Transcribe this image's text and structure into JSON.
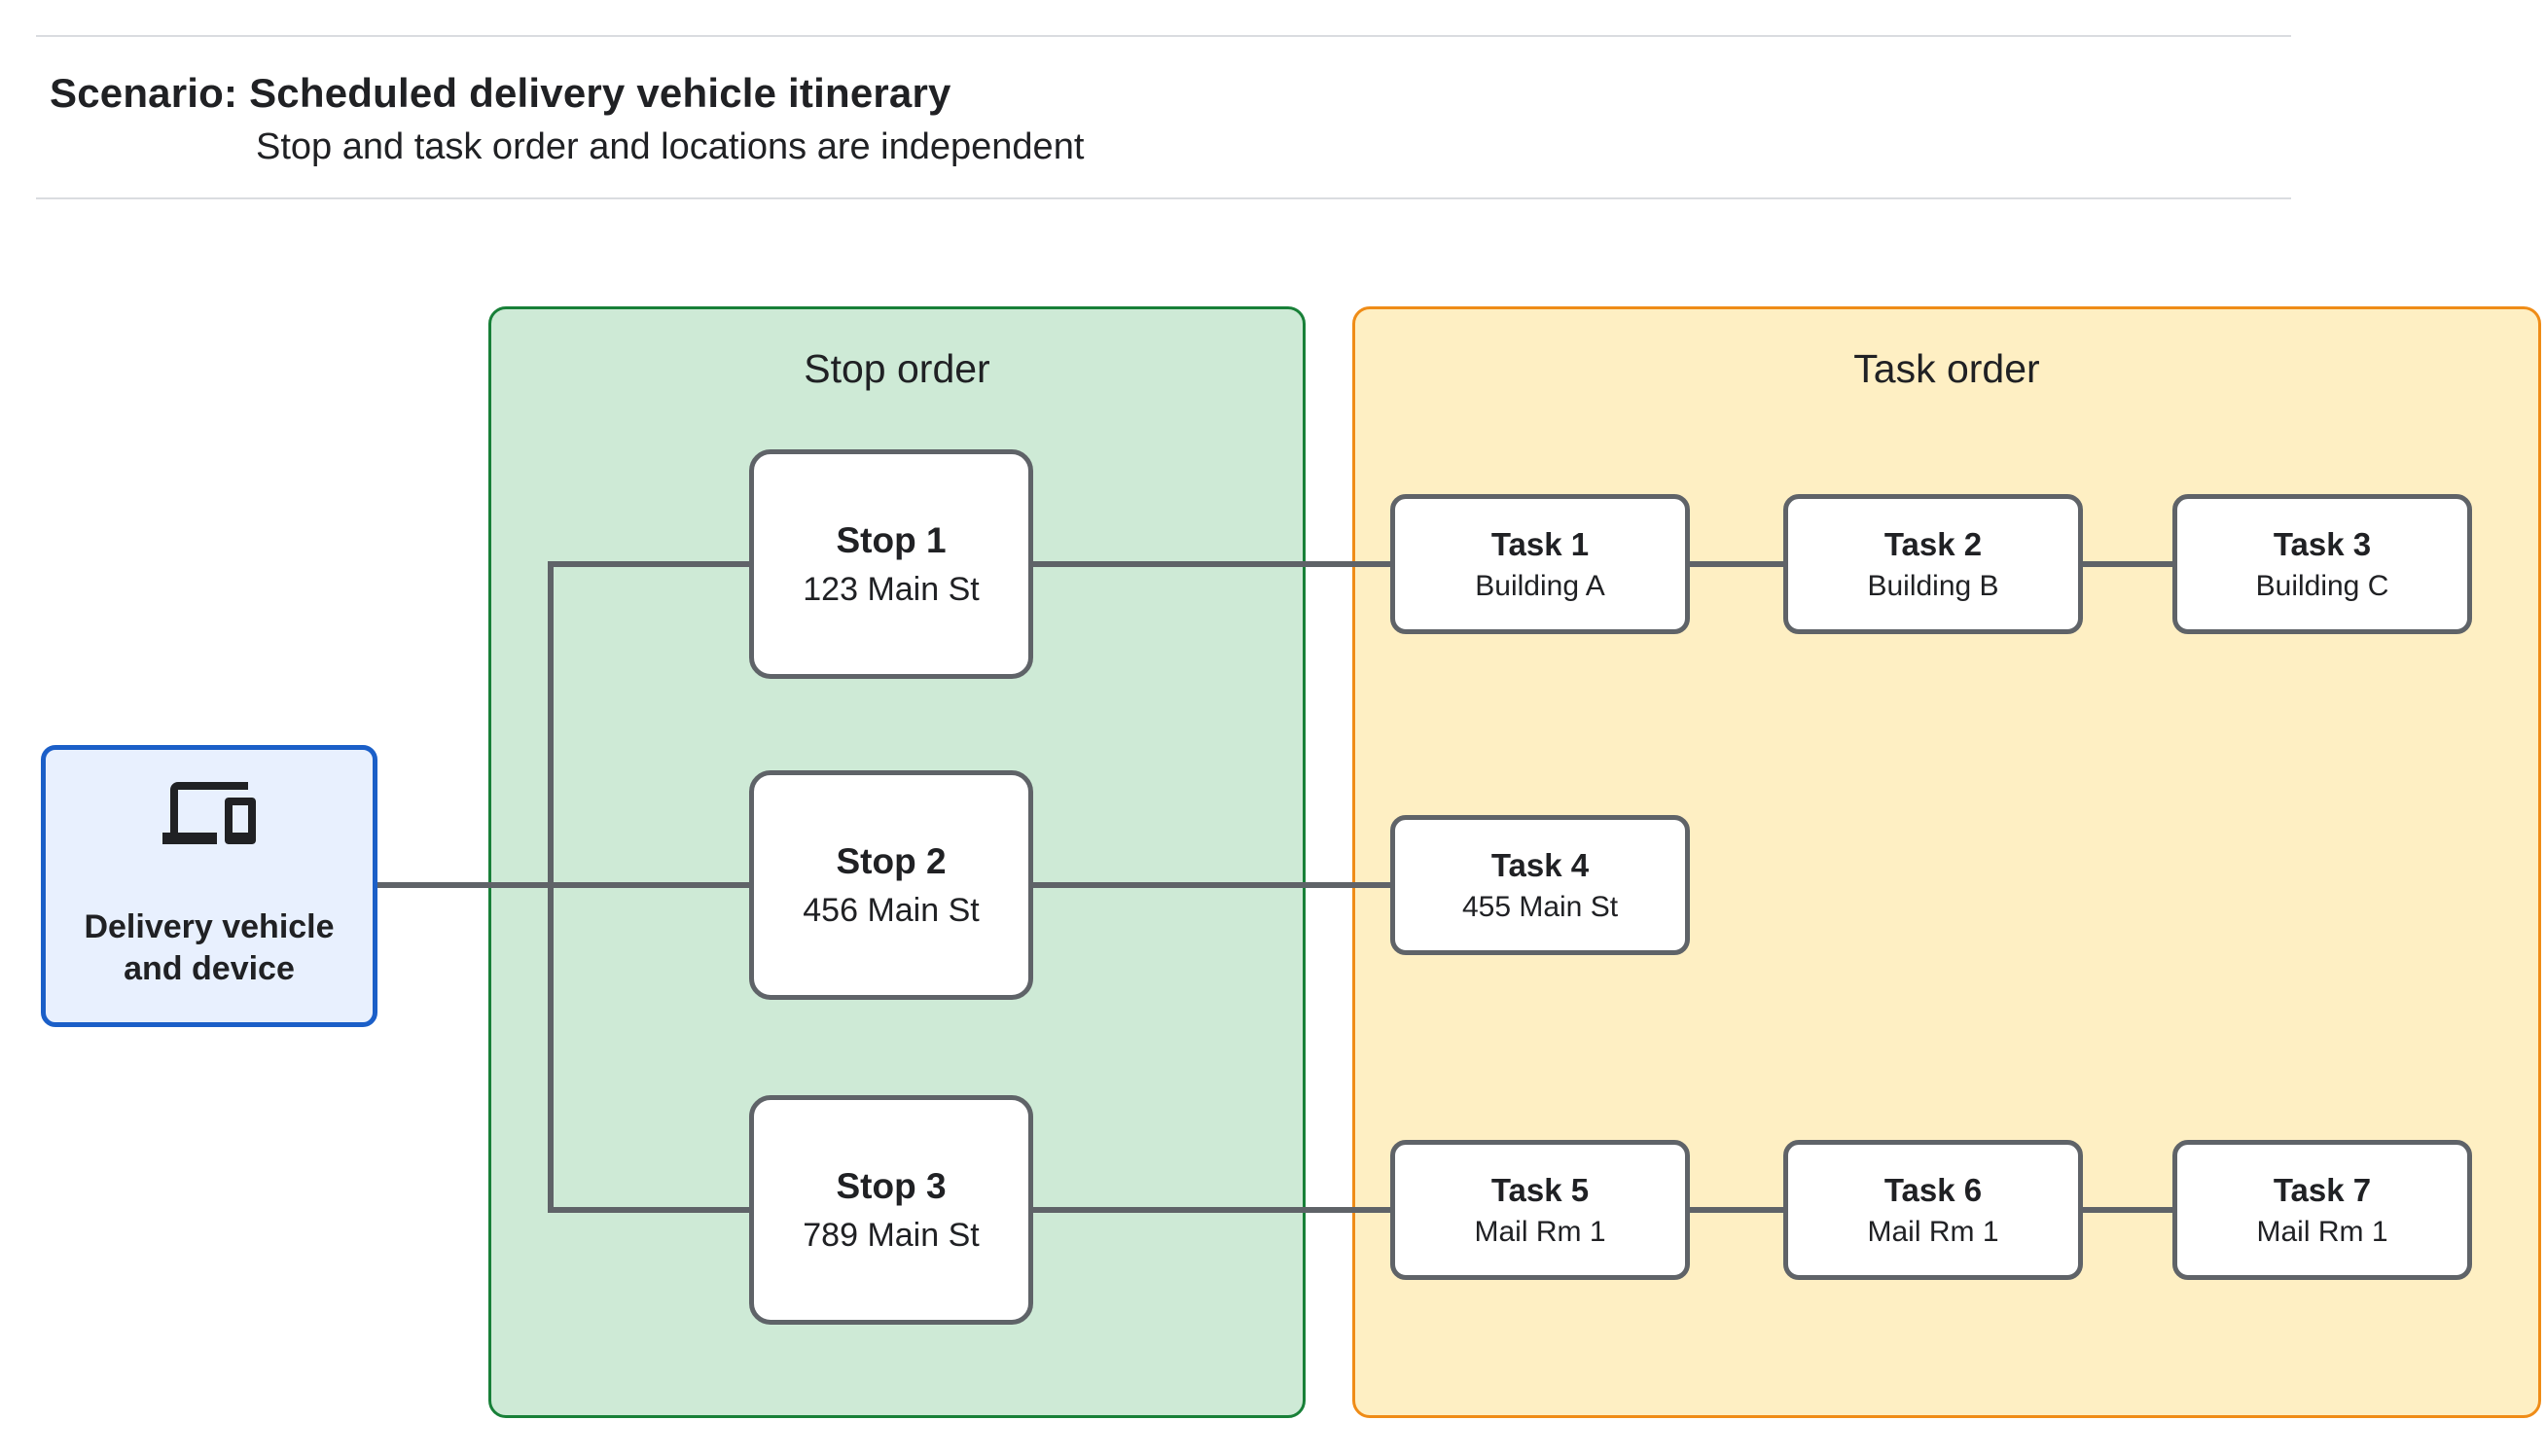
{
  "header": {
    "title": "Scenario: Scheduled delivery vehicle itinerary",
    "subtitle": "Stop and task order and locations are independent"
  },
  "panels": {
    "stop_order": {
      "label": "Stop order"
    },
    "task_order": {
      "label": "Task order"
    }
  },
  "vehicle": {
    "label": "Delivery vehicle and device",
    "icon": "devices-icon"
  },
  "stops": [
    {
      "title": "Stop 1",
      "subtitle": "123 Main St"
    },
    {
      "title": "Stop 2",
      "subtitle": "456 Main St"
    },
    {
      "title": "Stop 3",
      "subtitle": "789 Main St"
    }
  ],
  "tasks": [
    {
      "title": "Task 1",
      "subtitle": "Building A"
    },
    {
      "title": "Task 2",
      "subtitle": "Building B"
    },
    {
      "title": "Task 3",
      "subtitle": "Building C"
    },
    {
      "title": "Task 4",
      "subtitle": "455 Main St"
    },
    {
      "title": "Task 5",
      "subtitle": "Mail Rm 1"
    },
    {
      "title": "Task 6",
      "subtitle": "Mail Rm 1"
    },
    {
      "title": "Task 7",
      "subtitle": "Mail Rm 1"
    }
  ],
  "colors": {
    "text": "#202124",
    "rule": "#dadce0",
    "line": "#5f6368",
    "node-border": "#5f6368",
    "blue-border": "#1b5fc8",
    "blue-fill": "#e8f0fe",
    "green-border": "#188038",
    "green-fill": "#ceead6",
    "yellow-border": "#ef8c17",
    "yellow-fill": "#feefc3"
  }
}
